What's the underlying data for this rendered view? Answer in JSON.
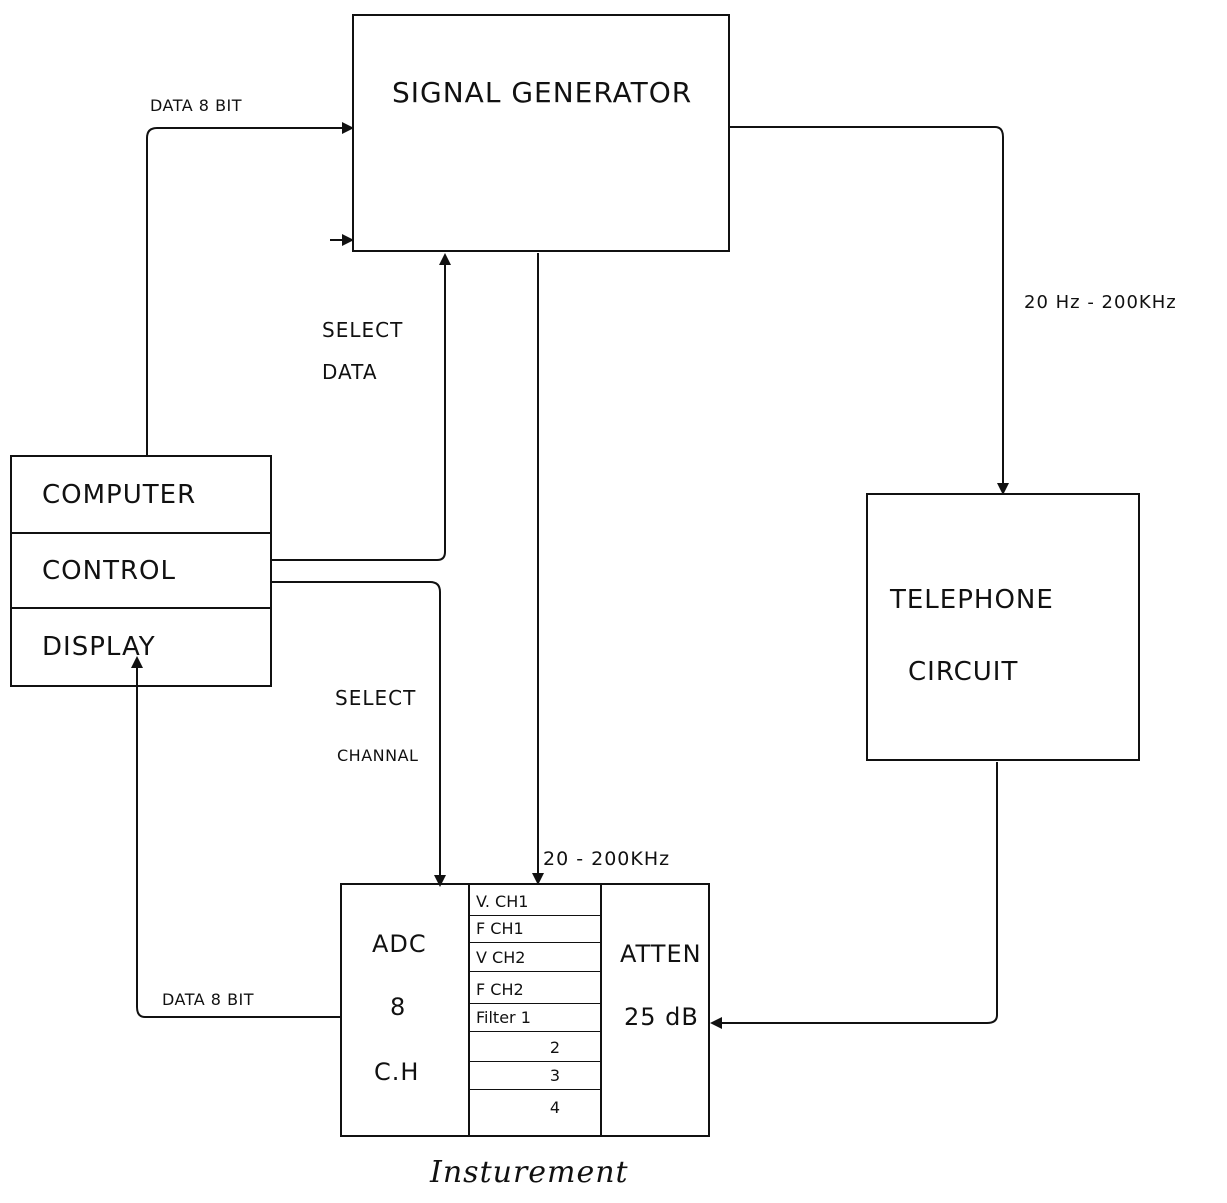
{
  "blocks": {
    "signal_generator": "SIGNAL  GENERATOR",
    "computer": {
      "rows": [
        "COMPUTER",
        "CONTROL",
        "DISPLAY"
      ]
    },
    "telephone": {
      "line1": "TELEPHONE",
      "line2": "CIRCUIT"
    },
    "adc": {
      "line1": "ADC",
      "line2": "8",
      "line3": "C.H"
    },
    "channels": [
      "V.  CH1",
      "F   CH1",
      "V   CH2",
      "F   CH2",
      "Filter  1",
      "2",
      "3",
      "4"
    ],
    "atten": {
      "line1": "ATTEN",
      "line2": "25 dB"
    }
  },
  "labels": {
    "data_top": "DATA 8 BIT",
    "select_data_1": "SELECT",
    "select_data_2": "DATA",
    "freq_right": "20 Hz - 200KHz",
    "select_channal_1": "SELECT",
    "select_channal_2": "CHANNAL",
    "freq_bottom": "20 - 200KHz",
    "data_bottom": "DATA 8 BIT",
    "instrument_caption": "Insturement"
  }
}
